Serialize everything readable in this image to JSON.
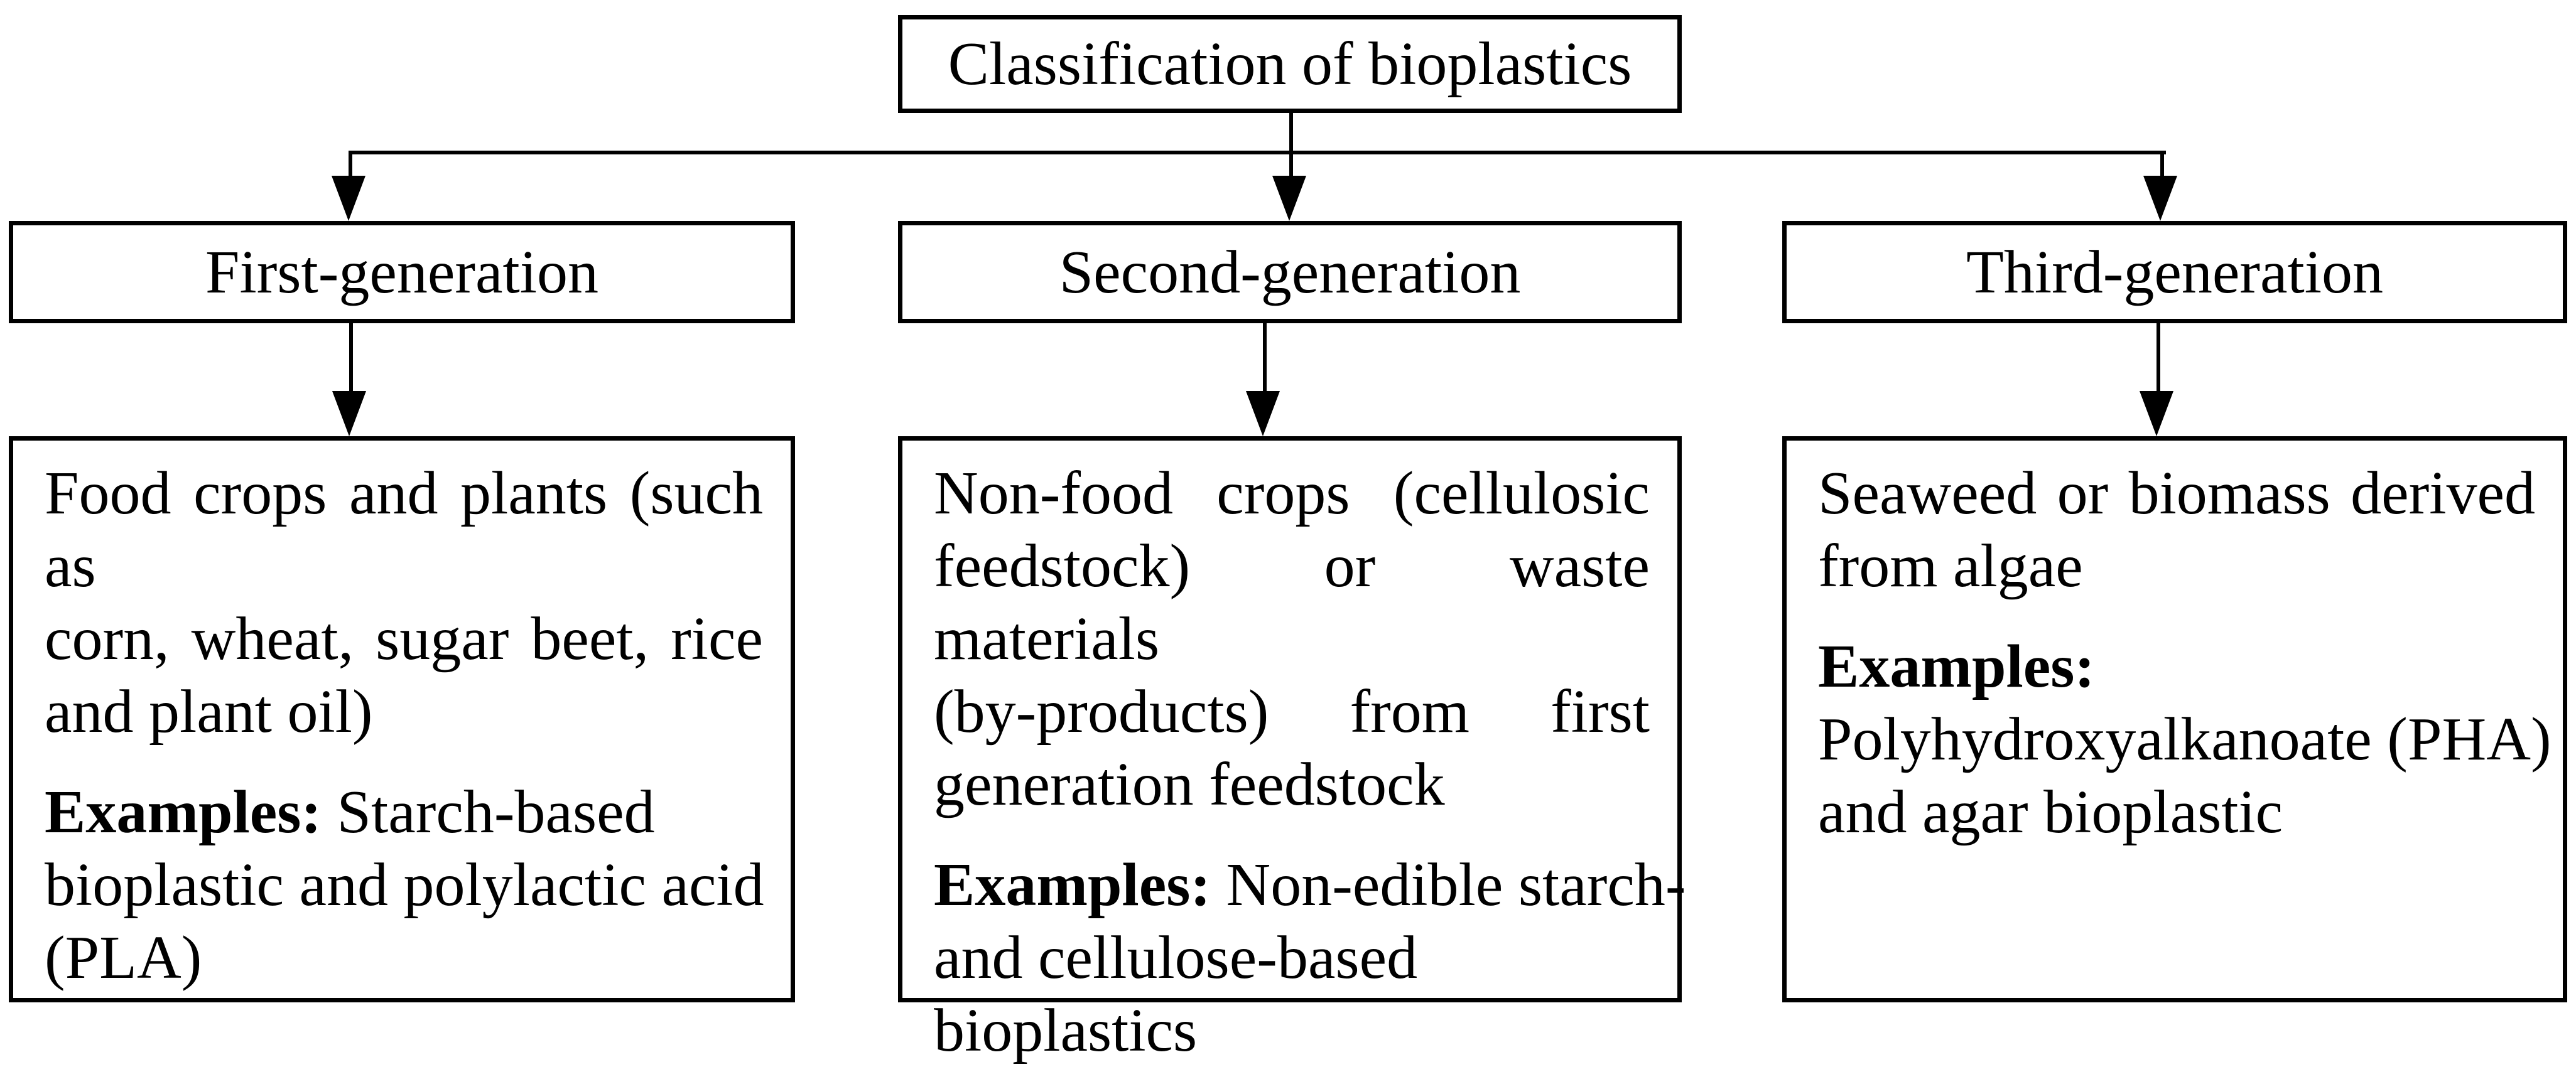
{
  "diagram": {
    "title": "Classification of bioplastics",
    "columns": [
      {
        "generation": "First-generation",
        "body_lines": [
          "Food crops and plants (such as",
          "corn, wheat, sugar beet, rice",
          "and plant oil)"
        ],
        "examples_label": "Examples:",
        "examples_lines": [
          " Starch-based",
          "bioplastic and polylactic acid",
          "(PLA)"
        ]
      },
      {
        "generation": "Second-generation",
        "body_lines": [
          "Non-food crops (cellulosic",
          "feedstock) or waste materials",
          "(by-products) from first",
          "generation feedstock"
        ],
        "examples_label": "Examples:",
        "examples_lines": [
          " Non-edible starch-",
          "and cellulose-based",
          "bioplastics"
        ]
      },
      {
        "generation": "Third-generation",
        "body_lines": [
          "Seaweed or biomass derived",
          "from algae"
        ],
        "examples_label": "Examples:",
        "examples_lines": [
          "",
          "Polyhydroxyalkanoate (PHA)",
          "and agar bioplastic"
        ]
      }
    ],
    "colors": {
      "ink": "#000000",
      "background": "#ffffff"
    }
  }
}
